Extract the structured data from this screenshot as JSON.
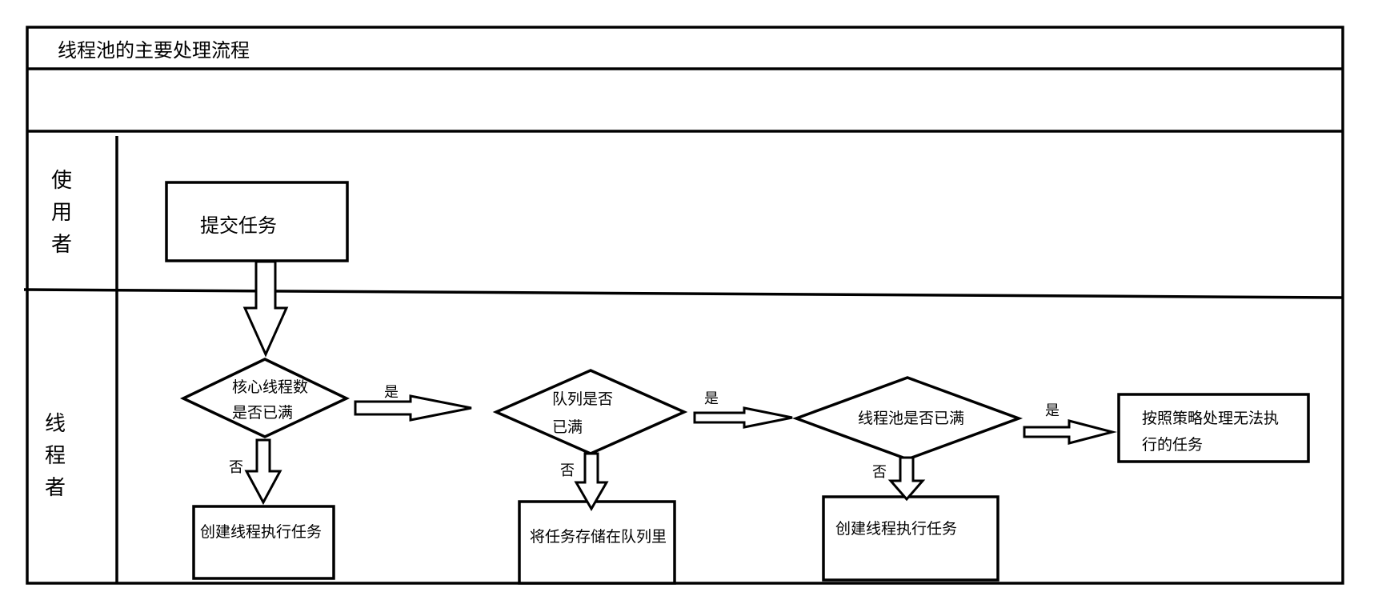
{
  "diagram": {
    "title": "线程池的主要处理流程",
    "lanes": {
      "user": [
        "使",
        "用",
        "者"
      ],
      "thread": [
        "线",
        "程",
        "者"
      ]
    },
    "nodes": {
      "submit": "提交任务",
      "core_check": [
        "核心线程数",
        "是否已满"
      ],
      "core_create": "创建线程执行任务",
      "queue_check": [
        "队列是否",
        "已满"
      ],
      "queue_store": "将任务存储在队列里",
      "pool_check": "线程池是否已满",
      "pool_create": "创建线程执行任务",
      "reject": [
        "按照策略处理无法执",
        "行的任务"
      ]
    },
    "edge_labels": {
      "yes": "是",
      "no": "否"
    }
  }
}
